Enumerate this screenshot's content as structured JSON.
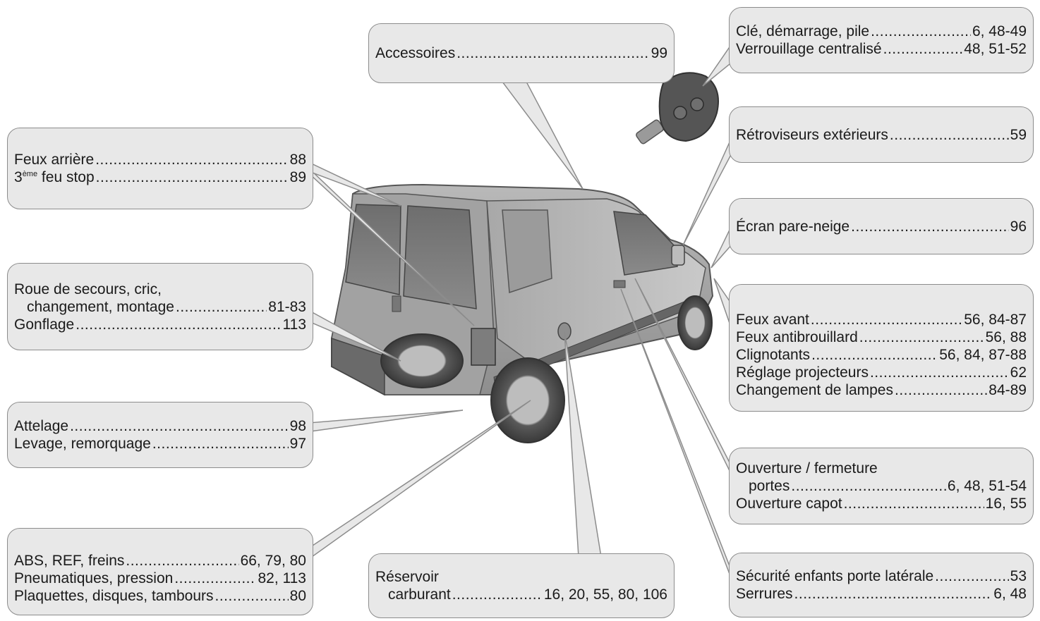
{
  "callouts": {
    "accessoires": [
      {
        "label": "Accessoires",
        "page": "99"
      }
    ],
    "cle": [
      {
        "label": "Clé, démarrage, pile",
        "page": "6, 48-49"
      },
      {
        "label": "Verrouillage centralisé",
        "page": "48, 51-52"
      }
    ],
    "feux_arriere": {
      "row1": {
        "label": "Feux arrière",
        "page": "88"
      },
      "row2": {
        "ordinal": "3",
        "suffix": "ème",
        "label": " feu stop",
        "page": "89"
      }
    },
    "retro": [
      {
        "label": "Rétroviseurs extérieurs",
        "page": "59"
      }
    ],
    "ecran": [
      {
        "label": "Écran pare-neige",
        "page": "96"
      }
    ],
    "roue": {
      "line1": "Roue de secours, cric,",
      "line2": {
        "label": "changement, montage",
        "page": "81-83"
      },
      "line3": {
        "label": "Gonflage",
        "page": "113"
      }
    },
    "feux_avant": [
      {
        "label": "Feux avant",
        "page": "56, 84-87"
      },
      {
        "label": "Feux antibrouillard",
        "page": "56, 88"
      },
      {
        "label": "Clignotants",
        "page": "56, 84, 87-88"
      },
      {
        "label": "Réglage projecteurs",
        "page": "62"
      },
      {
        "label": "Changement de lampes",
        "page": "84-89"
      }
    ],
    "attelage": [
      {
        "label": "Attelage",
        "page": "98"
      },
      {
        "label": "Levage, remorquage",
        "page": "97"
      }
    ],
    "ouverture": {
      "line1": "Ouverture / fermeture",
      "line2": {
        "label": "portes",
        "page": "6, 48, 51-54"
      },
      "line3": {
        "label": "Ouverture capot",
        "page": "16, 55"
      }
    },
    "abs": [
      {
        "label": "ABS, REF, freins",
        "page": "66, 79, 80"
      },
      {
        "label": "Pneumatiques, pression",
        "page": "82, 113"
      },
      {
        "label": "Plaquettes, disques, tambours",
        "page": "80"
      }
    ],
    "reservoir": {
      "line1": "Réservoir",
      "line2": {
        "label": "carburant",
        "page": "16, 20, 55, 80, 106"
      }
    },
    "securite": [
      {
        "label": "Sécurité enfants porte latérale",
        "page": "53"
      },
      {
        "label": "Serrures",
        "page": "6, 48"
      }
    ]
  }
}
